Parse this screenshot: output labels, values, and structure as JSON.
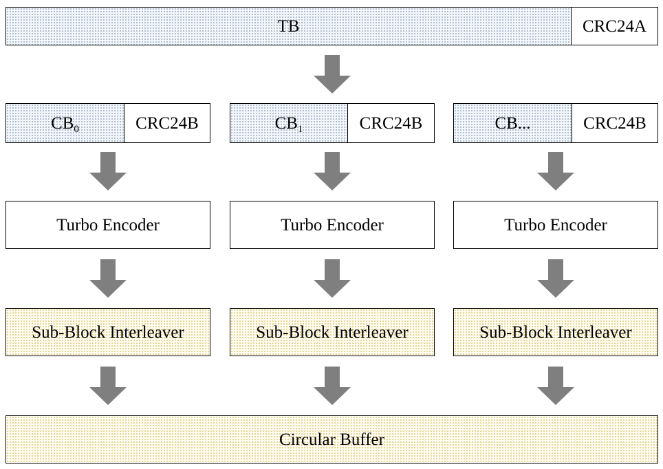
{
  "tb_row": {
    "tb_label": "TB",
    "crc_label": "CRC24A"
  },
  "code_blocks": [
    {
      "cb_label": "CB",
      "cb_subscript": "0",
      "crc_label": "CRC24B"
    },
    {
      "cb_label": "CB",
      "cb_subscript": "1",
      "crc_label": "CRC24B"
    },
    {
      "cb_label": "CB...",
      "cb_subscript": "",
      "crc_label": "CRC24B"
    }
  ],
  "turbo_encoders": [
    {
      "label": "Turbo Encoder"
    },
    {
      "label": "Turbo Encoder"
    },
    {
      "label": "Turbo Encoder"
    }
  ],
  "interleavers": [
    {
      "label": "Sub-Block Interleaver"
    },
    {
      "label": "Sub-Block Interleaver"
    },
    {
      "label": "Sub-Block Interleaver"
    }
  ],
  "circular_buffer": {
    "label": "Circular Buffer"
  },
  "colors": {
    "arrow": "#7f7f7f",
    "blue_dots": "#9aaec4",
    "yellow_dots": "#e0c77a",
    "border": "#000000"
  }
}
